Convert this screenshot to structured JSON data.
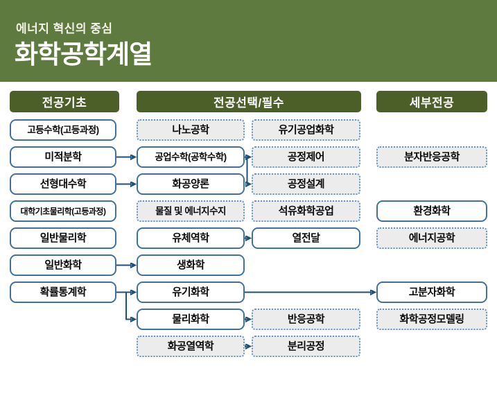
{
  "header": {
    "subtitle": "에너지 혁신의 중심",
    "title": "화학공학계열"
  },
  "columns": [
    {
      "title": "전공기초",
      "items": [
        {
          "id": "high-school-math",
          "label": "고등수학(고등과정)",
          "variant": "solid"
        },
        {
          "id": "calculus",
          "label": "미적분학",
          "variant": "solid"
        },
        {
          "id": "linear-algebra",
          "label": "선형대수학",
          "variant": "solid"
        },
        {
          "id": "college-basic-physics",
          "label": "대학기초물리학(고등과정)",
          "variant": "solid"
        },
        {
          "id": "general-physics",
          "label": "일반물리학",
          "variant": "solid"
        },
        {
          "id": "general-chemistry",
          "label": "일반화학",
          "variant": "solid"
        },
        {
          "id": "probability-statistics",
          "label": "확률통계학",
          "variant": "solid"
        }
      ]
    },
    {
      "title": "전공선택/필수",
      "items": [
        {
          "id": "nano-engineering",
          "label": "나노공학",
          "variant": "dashed"
        },
        {
          "id": "engineering-math",
          "label": "공업수학(공학수학)",
          "variant": "solid"
        },
        {
          "id": "stoichiometry",
          "label": "화공양론",
          "variant": "solid"
        },
        {
          "id": "mass-energy-balance",
          "label": "물질 및 에너지수지",
          "variant": "dashed"
        },
        {
          "id": "fluid-mechanics",
          "label": "유체역학",
          "variant": "solid"
        },
        {
          "id": "biochemistry",
          "label": "생화학",
          "variant": "solid"
        },
        {
          "id": "organic-chemistry",
          "label": "유기화학",
          "variant": "solid"
        },
        {
          "id": "physical-chemistry",
          "label": "물리화학",
          "variant": "solid"
        },
        {
          "id": "chemical-thermodynamics",
          "label": "화공열역학",
          "variant": "dashed"
        },
        {
          "id": "organic-industrial-chemistry",
          "label": "유기공업화학",
          "variant": "dashed"
        },
        {
          "id": "process-control",
          "label": "공정제어",
          "variant": "dashed"
        },
        {
          "id": "process-design",
          "label": "공정설계",
          "variant": "dashed"
        },
        {
          "id": "petrochemical-industry",
          "label": "석유화학공업",
          "variant": "dashed"
        },
        {
          "id": "heat-transfer",
          "label": "열전달",
          "variant": "solid"
        },
        {
          "id": "reaction-engineering",
          "label": "반응공학",
          "variant": "dashed"
        },
        {
          "id": "separation-process",
          "label": "분리공정",
          "variant": "dashed"
        }
      ]
    },
    {
      "title": "세부전공",
      "items": [
        {
          "id": "molecular-reaction-engineering",
          "label": "분자반응공학",
          "variant": "dashed"
        },
        {
          "id": "environmental-chemistry",
          "label": "환경화학",
          "variant": "solid"
        },
        {
          "id": "energy-engineering",
          "label": "에너지공학",
          "variant": "dashed"
        },
        {
          "id": "polymer-chemistry",
          "label": "고분자화학",
          "variant": "solid"
        },
        {
          "id": "chemical-process-modeling",
          "label": "화학공정모델링",
          "variant": "dashed"
        }
      ]
    }
  ],
  "connections": [
    {
      "from": "calculus",
      "to": "engineering-math"
    },
    {
      "from": "linear-algebra",
      "to": "stoichiometry"
    },
    {
      "from": "general-chemistry",
      "to": "biochemistry"
    },
    {
      "from": "probability-statistics",
      "to": "organic-chemistry"
    },
    {
      "from": "probability-statistics",
      "to": "physical-chemistry"
    },
    {
      "from": "engineering-math",
      "to": "process-control"
    },
    {
      "from": "engineering-math",
      "to": "process-design"
    },
    {
      "from": "fluid-mechanics",
      "to": "heat-transfer"
    },
    {
      "from": "organic-chemistry",
      "to": "polymer-chemistry"
    },
    {
      "from": "physical-chemistry",
      "to": "reaction-engineering"
    },
    {
      "from": "chemical-thermodynamics",
      "to": "separation-process"
    }
  ],
  "palette": {
    "header_background": "#5F7A3E",
    "column_header_background": "#4C5F28",
    "solid_box_border": "#41719C",
    "dashed_box_border": "#6593C6",
    "dashed_box_fill": "#ECECEC",
    "arrow": "#1F4E79",
    "header_text": "#FFFFFF",
    "box_text": "#0A0A0A"
  }
}
